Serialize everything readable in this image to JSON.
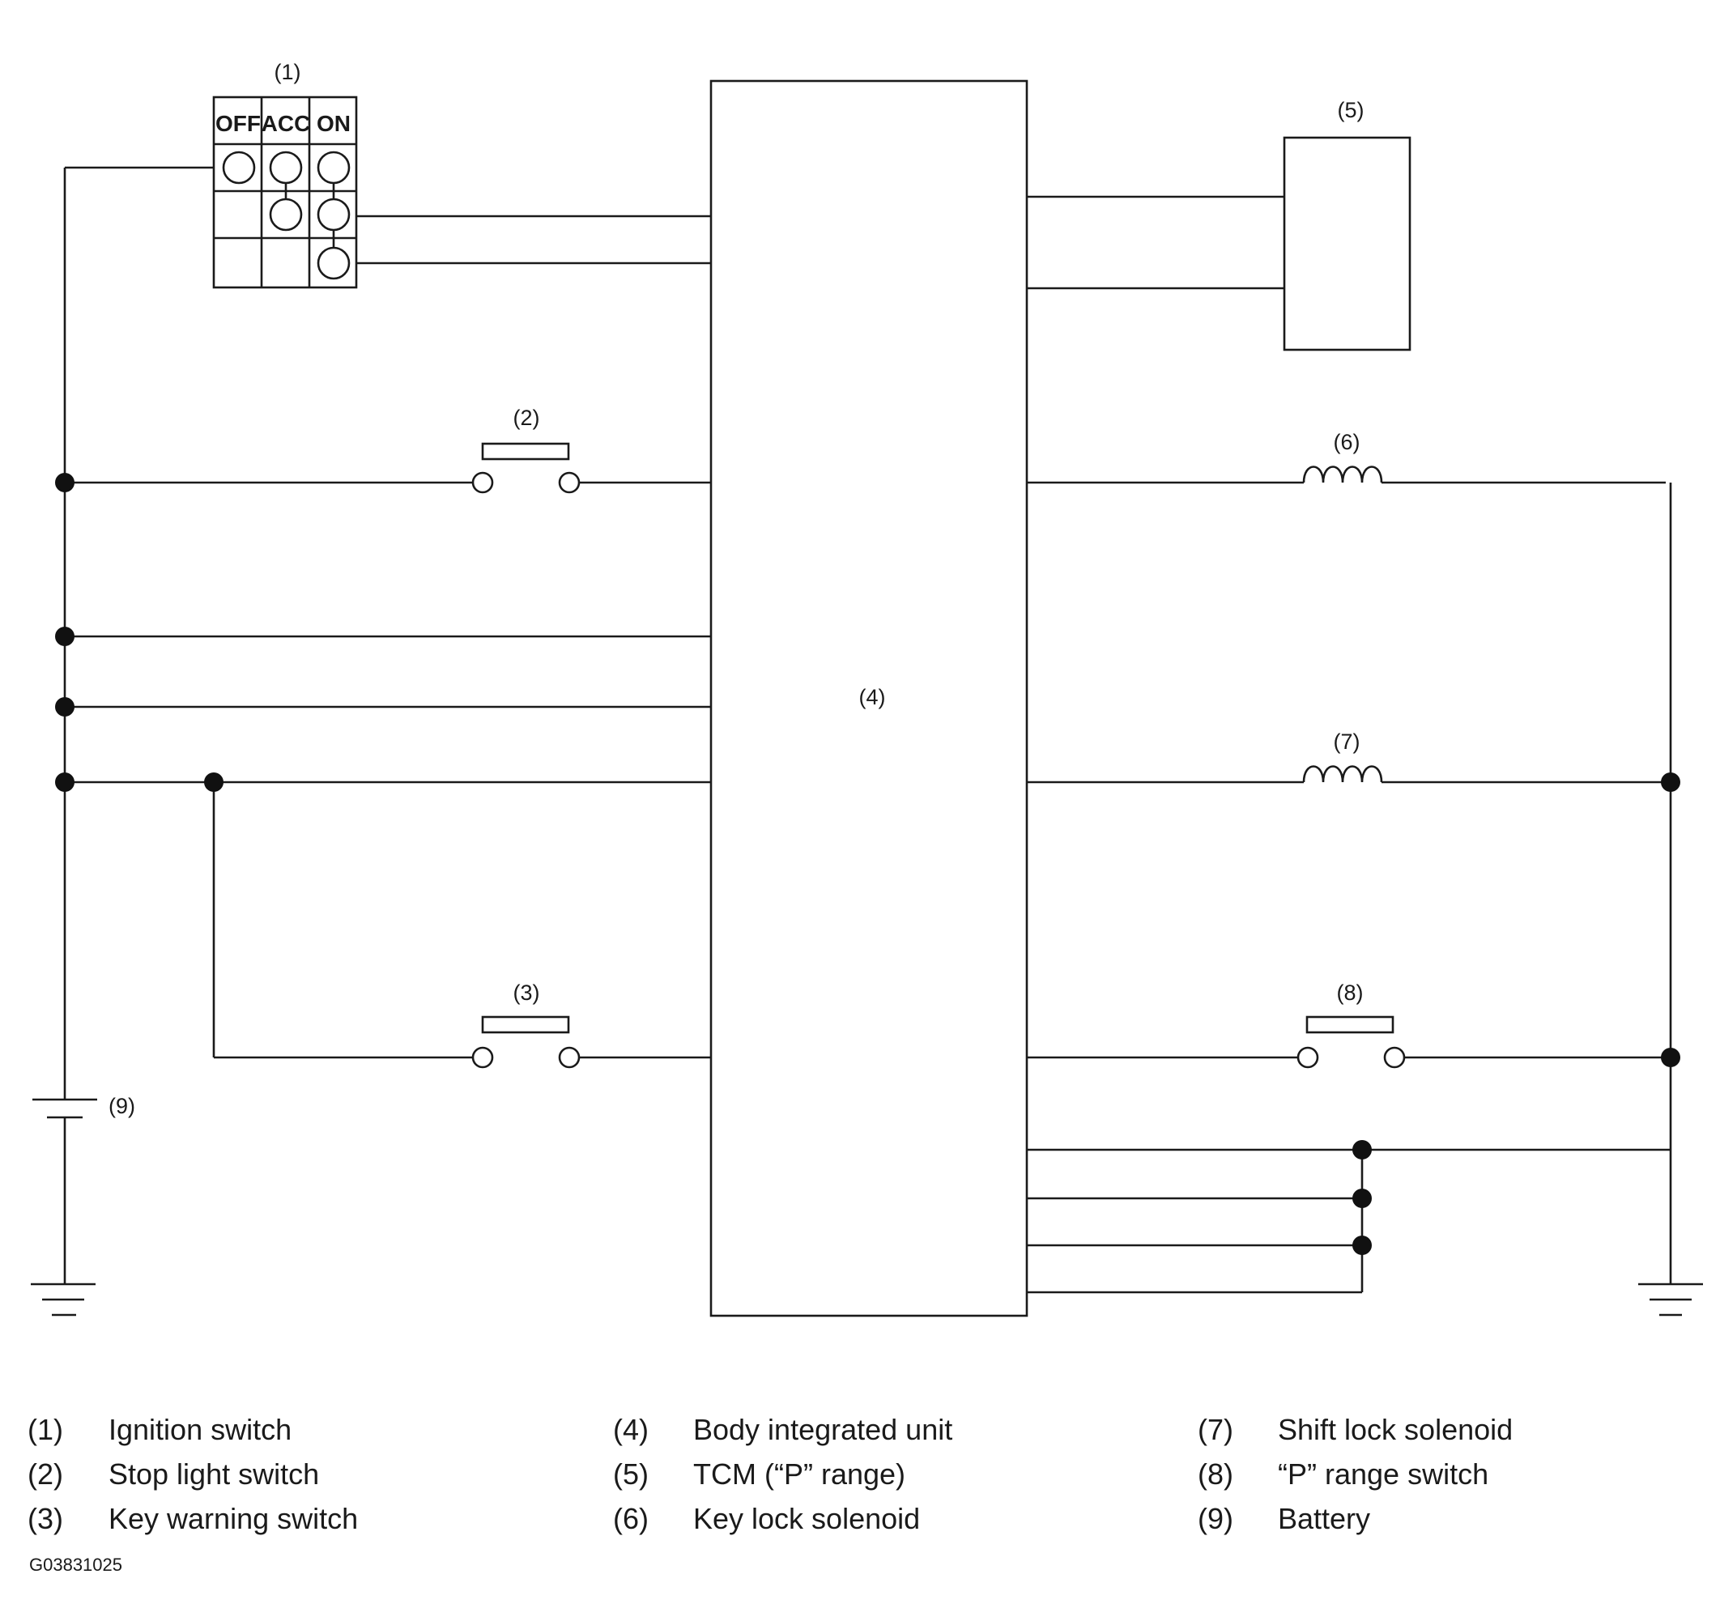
{
  "diagram": {
    "ignition_header": {
      "off": "OFF",
      "acc": "ACC",
      "on": "ON"
    },
    "callouts": {
      "c1": "(1)",
      "c2": "(2)",
      "c3": "(3)",
      "c4": "(4)",
      "c5": "(5)",
      "c6": "(6)",
      "c7": "(7)",
      "c8": "(8)",
      "c9": "(9)"
    },
    "legend": [
      {
        "num": "(1)",
        "label": "Ignition switch"
      },
      {
        "num": "(2)",
        "label": "Stop light switch"
      },
      {
        "num": "(3)",
        "label": "Key warning switch"
      },
      {
        "num": "(4)",
        "label": "Body integrated unit"
      },
      {
        "num": "(5)",
        "label": "TCM (“P” range)"
      },
      {
        "num": "(6)",
        "label": "Key lock solenoid"
      },
      {
        "num": "(7)",
        "label": "Shift lock solenoid"
      },
      {
        "num": "(8)",
        "label": "“P” range switch"
      },
      {
        "num": "(9)",
        "label": "Battery"
      }
    ],
    "figure_code": "G03831025"
  }
}
